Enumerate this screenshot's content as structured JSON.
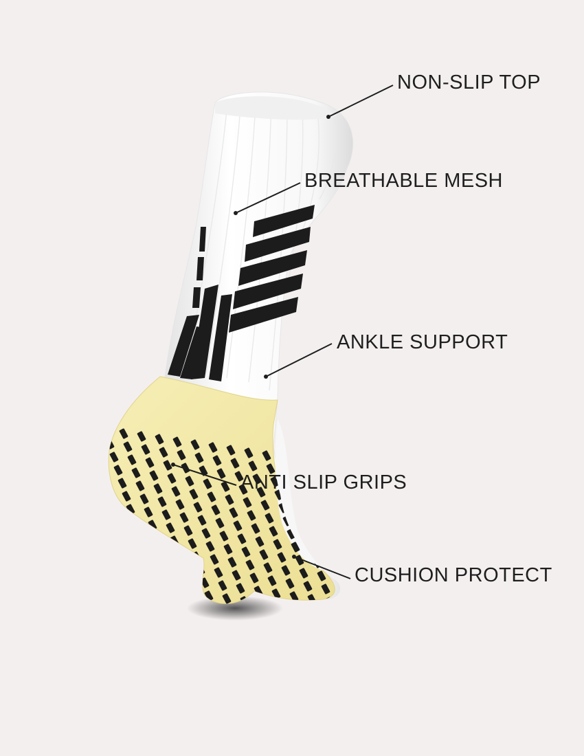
{
  "callouts": [
    {
      "id": "non-slip-top",
      "label": "NON-SLIP TOP"
    },
    {
      "id": "breathable-mesh",
      "label": "BREATHABLE MESH"
    },
    {
      "id": "ankle-support",
      "label": "ANKLE SUPPORT"
    },
    {
      "id": "anti-slip-grips",
      "label": "ANTI SLIP GRIPS"
    },
    {
      "id": "cushion-protect",
      "label": "CUSHION PROTECT"
    }
  ],
  "colors": {
    "background": "#f4efef",
    "sock_body": "#fbfbfb",
    "sole": "#f3e9a6",
    "grip_pattern": "#1c1c1c",
    "leader_line": "#1e1e1e",
    "label_text": "#1e1e1e"
  }
}
